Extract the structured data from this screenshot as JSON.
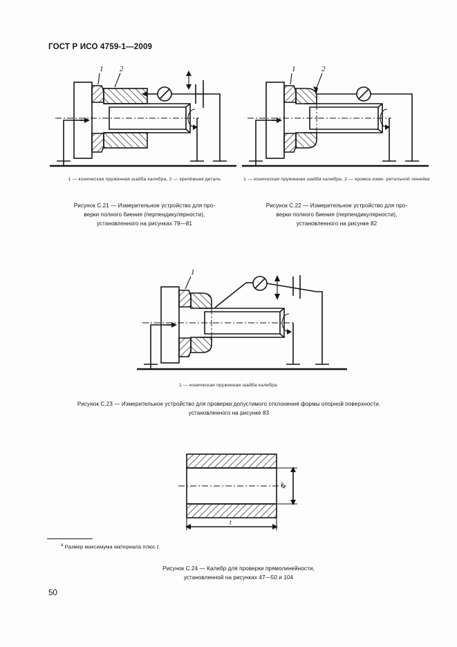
{
  "document": {
    "header": "ГОСТ Р ИСО 4759-1—2009",
    "page_number": "50"
  },
  "figures": [
    {
      "id": "C.21",
      "legend": "1 — коническая пружинная шайба калибра,  2 — крепёжная деталь",
      "caption_line1": "Рисунок  С.21 — Измерительное  устройство  для  про-",
      "caption_line2": "верки полного биения (перпендикулярности),",
      "caption_line3": "установленного на рисунках 79—81",
      "callouts": [
        "1",
        "2"
      ]
    },
    {
      "id": "C.22",
      "legend": "1 — коническая пружинная шайба калибра, 2 — кромка изме- рительной линейки",
      "caption_line1": "Рисунок  С.22 — Измерительное  устройство  для  про-",
      "caption_line2": "верки полного биения (перпендикулярности),",
      "caption_line3": "установленного на рисунке 82",
      "callouts": [
        "1",
        "2"
      ]
    },
    {
      "id": "C.23",
      "legend": "1 — коническая пружинная шайба калибра",
      "caption_line1": "Рисунок  С.23 — Измерительное устройство для проверки допустимого отклонения формы опорной поверхности,",
      "caption_line2": "установленного на рисунке 83",
      "callouts": [
        "1"
      ]
    },
    {
      "id": "C.24",
      "caption_line1": "Рисунок  С.24 — Калибр для проверки прямолинейности,",
      "caption_line2": "установленной на рисунках 47—50 и 104",
      "dim_length": "t",
      "dim_diameter": "⌀ᵃ"
    }
  ],
  "footnote": {
    "marker": "a",
    "text_before": "Размер максимума материала плюс ",
    "text_italic": "t",
    "text_after": "."
  }
}
